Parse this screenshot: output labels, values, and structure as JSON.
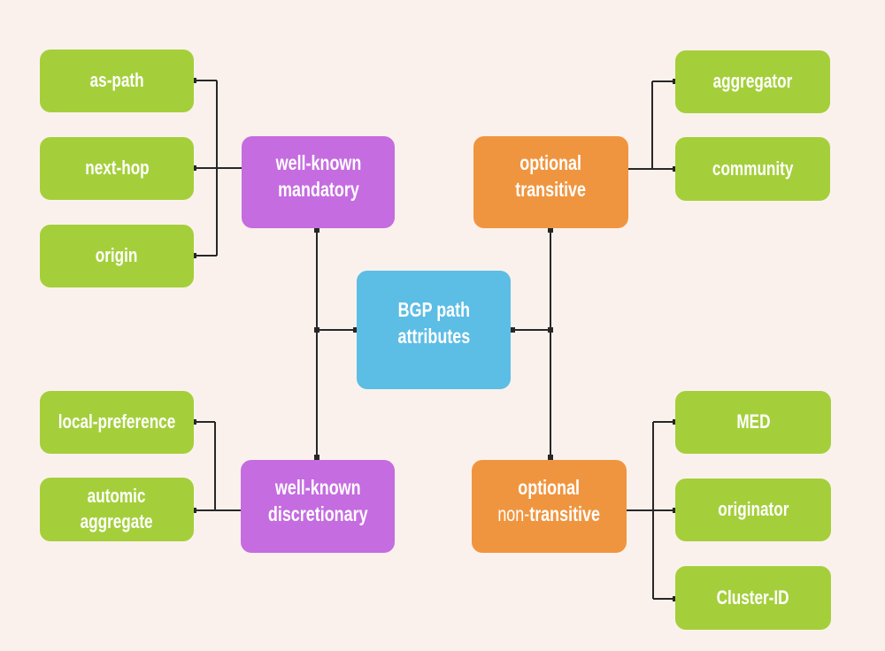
{
  "colors": {
    "bg": "#FBF1EC",
    "green": "#A4CF3B",
    "purple": "#C56CE0",
    "orange": "#F0953F",
    "blue": "#5CBDE5",
    "wire": "#272727",
    "text": "#FFFFFF"
  },
  "diagram": {
    "title": "BGP path\nattributes",
    "hubs": {
      "wk_mandatory": "well-known\nmandatory",
      "opt_transitive": "optional\ntransitive",
      "wk_discretionary": "well-known\ndiscretionary",
      "opt_non_transitive": {
        "line1": "optional",
        "non": "non-",
        "rest": "transitive"
      }
    },
    "leaves": {
      "as_path": "as-path",
      "next_hop": "next-hop",
      "origin": "origin",
      "aggregator": "aggregator",
      "community": "community",
      "local_preference": "local-preference",
      "automic_aggregate": "automic\naggregate",
      "med": "MED",
      "originator": "originator",
      "cluster_id": "Cluster-ID"
    }
  }
}
